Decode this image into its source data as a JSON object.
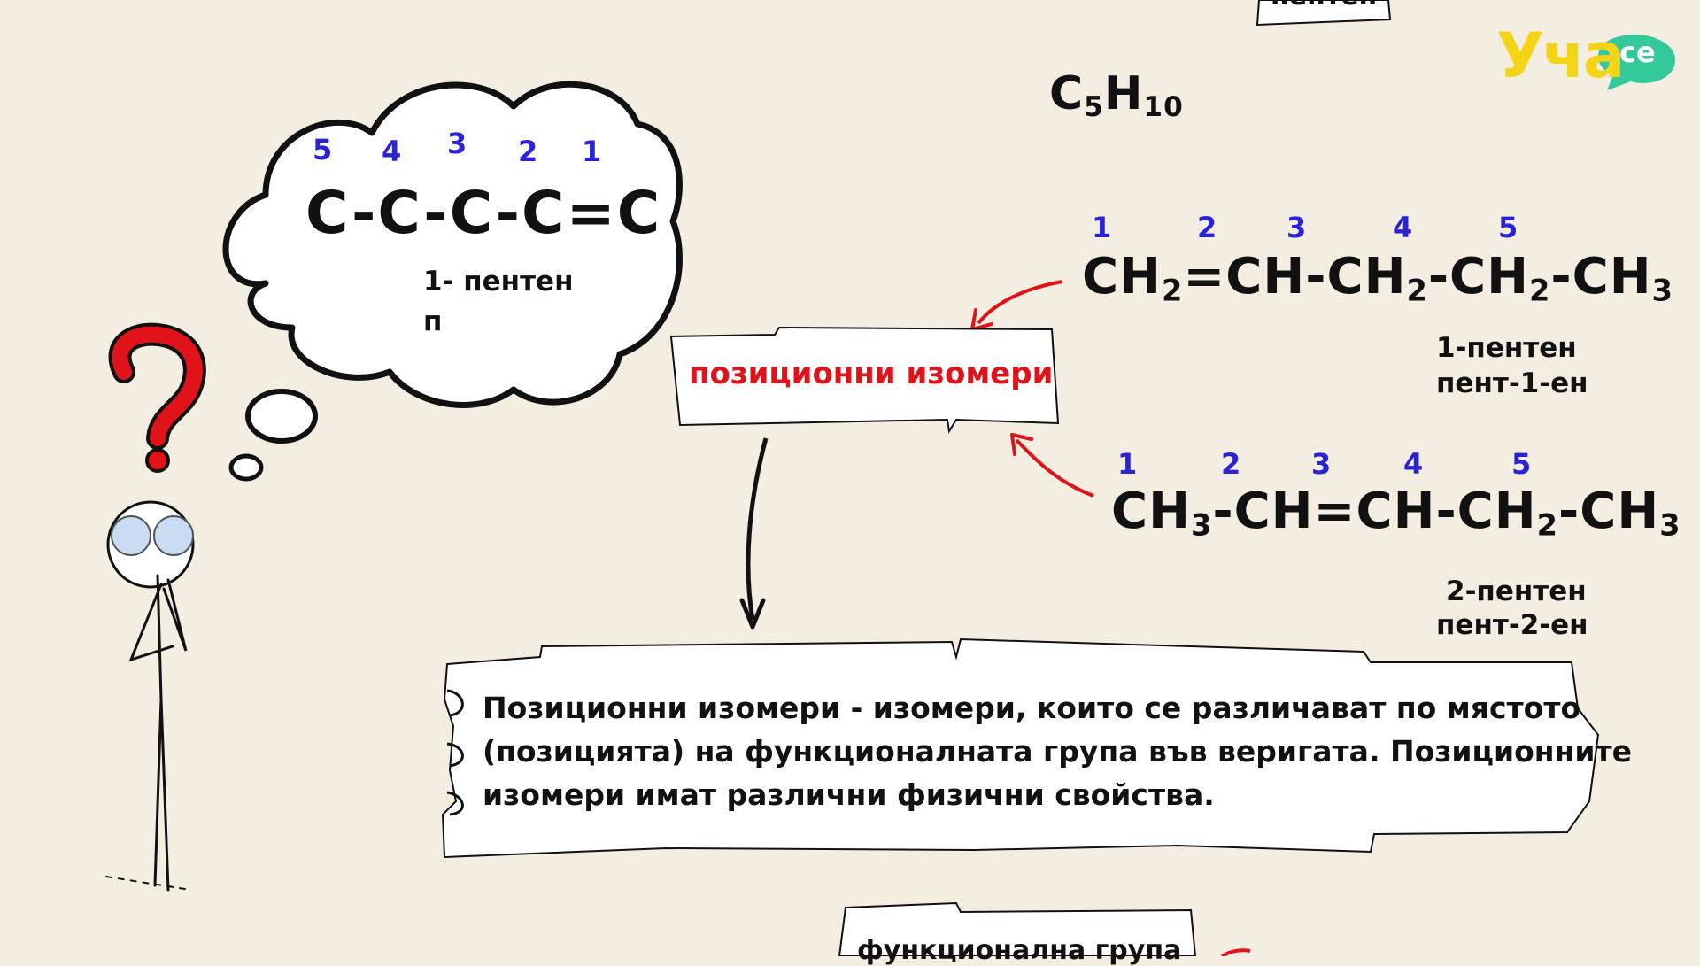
{
  "logo": {
    "part1": "Уча",
    "part2": "се"
  },
  "top_box_label": "пентен",
  "molecular_formula": {
    "c": "C",
    "c_count": "5",
    "h": "H",
    "h_count": "10"
  },
  "cloud": {
    "numbers": [
      "5",
      "4",
      "3",
      "2",
      "1"
    ],
    "chain": "C-C-C-C=C",
    "name_line1": "1- пентен",
    "name_line2": "п"
  },
  "isomer_label": "позиционни изомери",
  "formula1": {
    "numbers": [
      "1",
      "2",
      "3",
      "4",
      "5"
    ],
    "parts": [
      "CH",
      "2",
      "=CH-CH",
      "2",
      "-CH",
      "2",
      "-CH",
      "3"
    ],
    "name_common": "1-пентен",
    "name_iupac": "пент-1-ен"
  },
  "formula2": {
    "numbers": [
      "1",
      "2",
      "3",
      "4",
      "5"
    ],
    "parts": [
      "CH",
      "3",
      "-CH=CH-CH",
      "2",
      "-CH",
      "3"
    ],
    "name_common": "2-пентен",
    "name_iupac": "пент-2-ен"
  },
  "definition": {
    "line1": "Позиционни изомери - изомери, които се различават по мястото",
    "line2": "(позицията) на функционалната група във веригата. Позиционните",
    "line3": "изомери имат различни физични свойства."
  },
  "bottom_box_label": "функционална група",
  "colors": {
    "accent_red": "#e0131a",
    "number_blue": "#2a22d6",
    "logo_yellow": "#f4d417",
    "logo_green": "#33c99a"
  }
}
